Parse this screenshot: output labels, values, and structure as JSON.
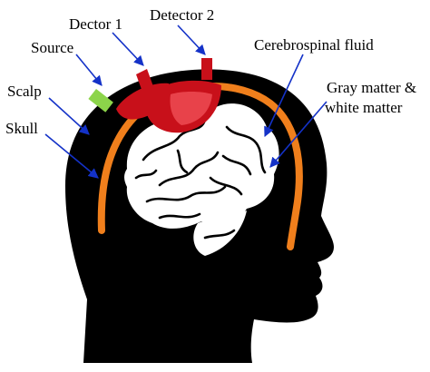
{
  "labels": {
    "detector1": "Dector 1",
    "detector2": "Detector 2",
    "source": "Source",
    "scalp": "Scalp",
    "skull": "Skull",
    "csf": "Cerebrospinal fluid",
    "matter_line1": "Gray matter &",
    "matter_line2": "white matter"
  },
  "colors": {
    "head": "#000000",
    "brain": "#ffffff",
    "skull_layer": "#f07f1c",
    "detector": "#c8101a",
    "source": "#8cd44a",
    "arrow": "#1432c8"
  }
}
